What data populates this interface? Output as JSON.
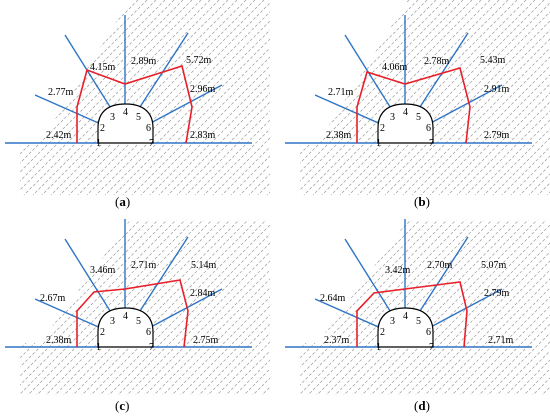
{
  "colors": {
    "bolt": "#2e75c6",
    "zone": "#e8202a",
    "hatch": "#9a9a9a",
    "tunnel": "#000000"
  },
  "bolt_numbers": [
    "1",
    "2",
    "3",
    "4",
    "5",
    "6",
    "7"
  ],
  "panels": [
    {
      "caption_letter": "a",
      "labels": {
        "right_bottom": "2.83m",
        "right_low": "2.96m",
        "right_high": "5.72m",
        "top": "2.89m",
        "left_high": "4.15m",
        "left_mid": "2.77m",
        "left_bottom": "2.42m"
      }
    },
    {
      "caption_letter": "b",
      "labels": {
        "right_bottom": "2.79m",
        "right_low": "2.91m",
        "right_high": "5.43m",
        "top": "2.78m",
        "left_high": "4.06m",
        "left_mid": "2.71m",
        "left_bottom": "2.38m"
      }
    },
    {
      "caption_letter": "c",
      "labels": {
        "right_bottom": "2.75m",
        "right_low": "2.84m",
        "right_high": "5.14m",
        "top": "2.71m",
        "left_high": "3.46m",
        "left_mid": "2.67m",
        "left_bottom": "2.38m"
      }
    },
    {
      "caption_letter": "d",
      "labels": {
        "right_bottom": "2.71m",
        "right_low": "2.79m",
        "right_high": "5.07m",
        "top": "2.70m",
        "left_high": "3.42m",
        "left_mid": "2.64m",
        "left_bottom": "2.37m"
      }
    }
  ]
}
